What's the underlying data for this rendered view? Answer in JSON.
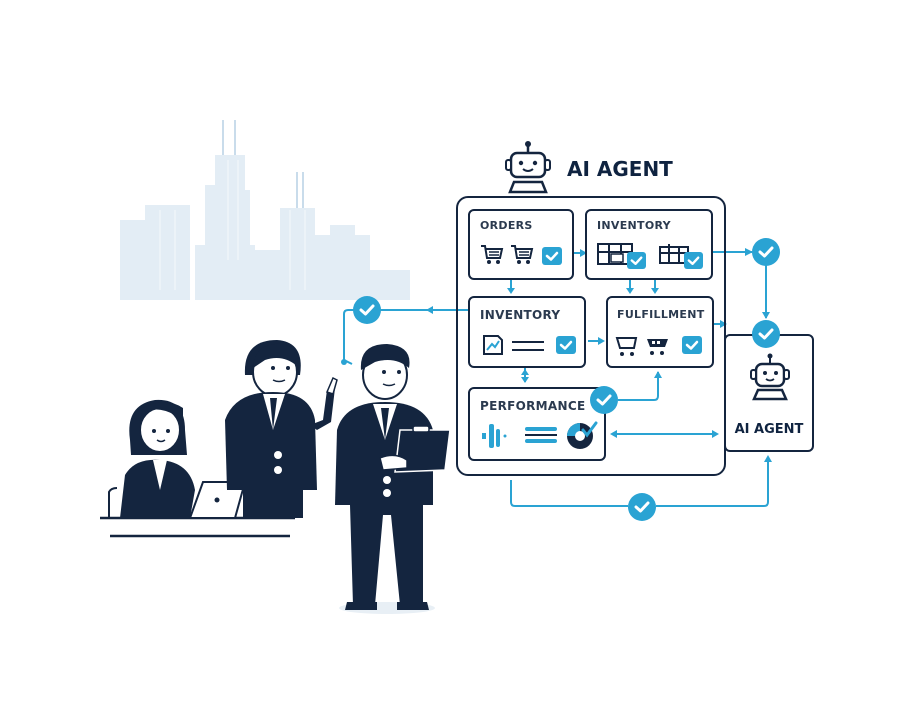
{
  "header": {
    "agent_title": "AI AGENT"
  },
  "workflow": {
    "modules": [
      {
        "label": "ORDERS"
      },
      {
        "label": "INVENTORY"
      },
      {
        "label": "INVENTORY"
      },
      {
        "label": "FULFILLMENT"
      },
      {
        "label": "PERFORMANCE"
      }
    ],
    "side_agent_label": "AI AGENT"
  },
  "icons": {
    "robot": "robot-icon",
    "cart": "shopping-cart-icon",
    "box": "package-icon",
    "check": "checkmark-icon",
    "chart": "chart-icon",
    "donut": "donut-chart-icon"
  },
  "colors": {
    "stroke": "#14253f",
    "accent": "#2aa3d3",
    "skyline": "#dbe7f1",
    "suit": "#14253f"
  }
}
